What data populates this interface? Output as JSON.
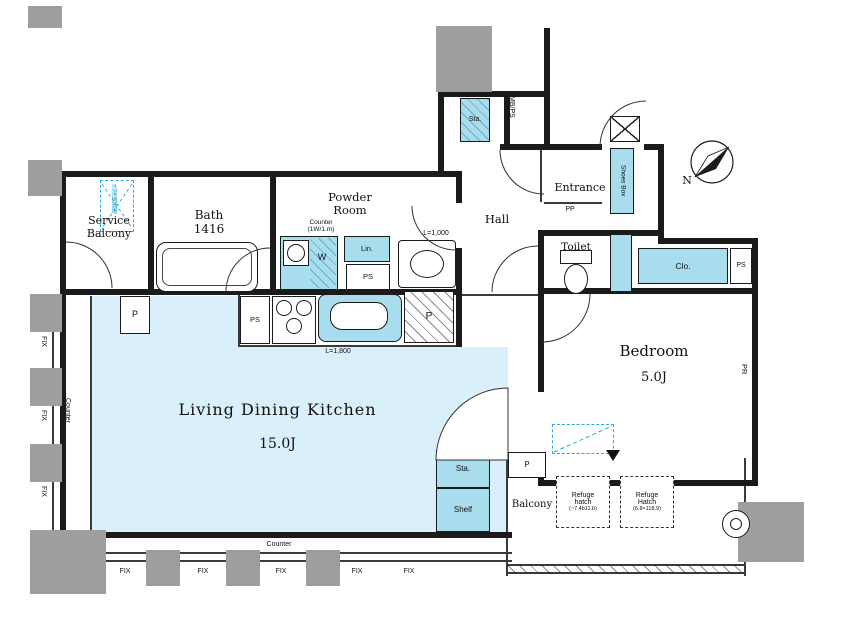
{
  "colors": {
    "room_fill": "#d9eff9",
    "fixture_fill": "#a9ddee",
    "column_gray": "#9e9e9e",
    "wall": "#1b1b1b",
    "accent_blue": "#2da8d2"
  },
  "compass": {
    "north": "N"
  },
  "rooms": {
    "service_balcony": {
      "line1": "Service",
      "line2": "Balcony"
    },
    "bath": {
      "name": "Bath",
      "size": "1416"
    },
    "powder_room": {
      "line1": "Powder",
      "line2": "Room"
    },
    "hall": {
      "name": "Hall"
    },
    "entrance": {
      "name": "Entrance"
    },
    "toilet": {
      "name": "Toilet"
    },
    "bedroom": {
      "name": "Bedroom",
      "size": "5.0J"
    },
    "ldk": {
      "name": "Living Dining Kitchen",
      "size": "15.0J"
    },
    "balcony": {
      "name": "Balcony"
    }
  },
  "labels": {
    "counter_spec_line1": "Counter",
    "counter_spec_line2": "(1W/1.m)",
    "washer": "W",
    "linen": "Lin.",
    "ps": "PS",
    "p": "P",
    "sta": "Sta.",
    "shelf": "Shelf",
    "shoes_box": "Shoes Box",
    "closet": "Clo.",
    "mb_ps": "MB/PS",
    "pr": "PR",
    "pp": "PP",
    "l1000": "L=1,000",
    "l1800": "L=1,800",
    "counter": "Counter",
    "fix": "FIX",
    "washer_space": "洗濯機置場"
  },
  "refuge_hatch_1": {
    "line1": "Refuge",
    "line2": "hatch",
    "line3": "(~7.4b11.b)"
  },
  "refuge_hatch_2": {
    "line1": "Refuge",
    "line2": "Hatch",
    "line3": "(6.8×118.9)"
  }
}
